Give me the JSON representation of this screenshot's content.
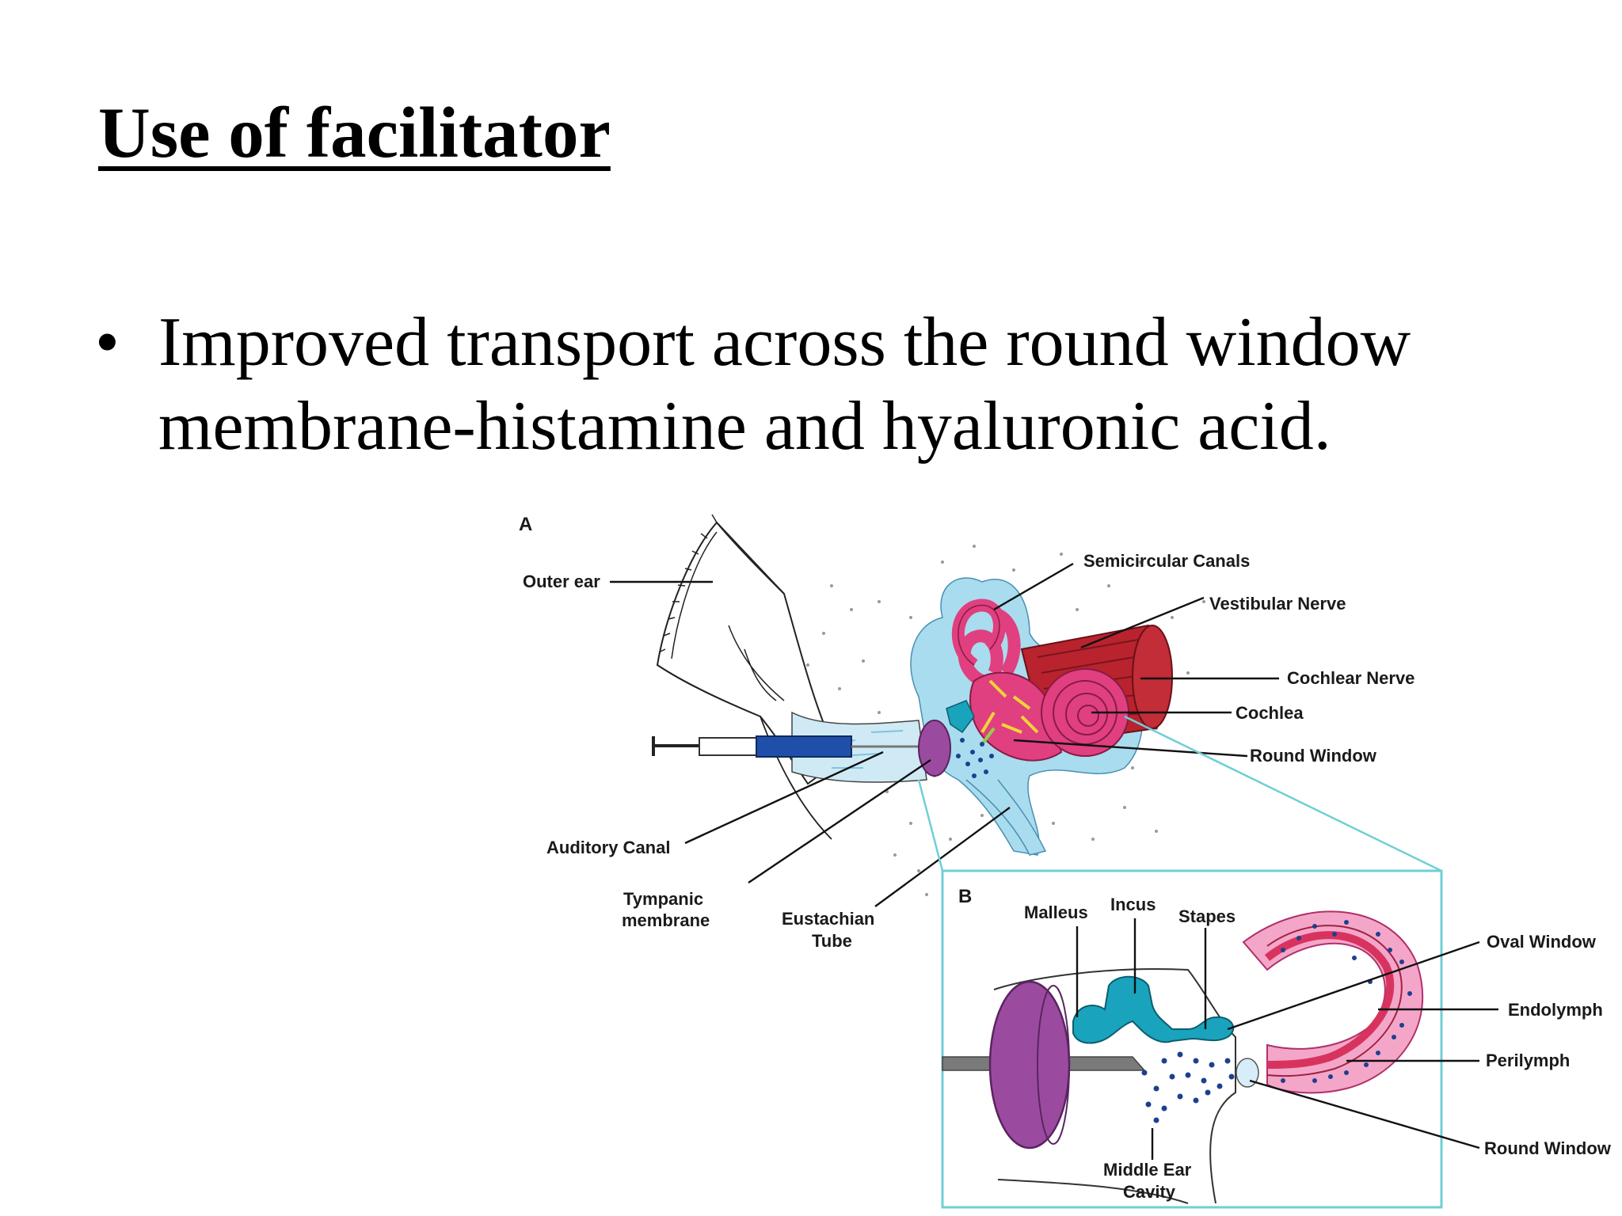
{
  "slide": {
    "title": "Use of facilitator",
    "bullets": [
      "Improved transport across the round window membrane-histamine and hyaluronic acid."
    ]
  },
  "diagram": {
    "panel_a": {
      "letter": "A",
      "labels": {
        "outer_ear": "Outer ear",
        "semicircular_canals": "Semicircular Canals",
        "vestibular_nerve": "Vestibular Nerve",
        "cochlear_nerve": "Cochlear Nerve",
        "cochlea": "Cochlea",
        "round_window": "Round Window",
        "auditory_canal": "Auditory Canal",
        "tympanic_line1": "Tympanic",
        "tympanic_line2": "membrane",
        "eustachian_line1": "Eustachian",
        "eustachian_line2": "Tube"
      }
    },
    "panel_b": {
      "letter": "B",
      "labels": {
        "malleus": "Malleus",
        "incus": "Incus",
        "stapes": "Stapes",
        "oval_window": "Oval Window",
        "endolymph": "Endolymph",
        "perilymph": "Perilymph",
        "round_window": "Round Window",
        "middle_ear_line1": "Middle Ear",
        "middle_ear_line2": "Cavity"
      }
    },
    "colors": {
      "fluid_blue": "#a9dcef",
      "pink": "#e0407f",
      "light_pink": "#f4a6c9",
      "nerve_red": "#b8232e",
      "teal": "#1aa3bd",
      "purple": "#9b4b9f",
      "dots": "#1e3f8f",
      "inset_border": "#6fcfd6",
      "syringe_blue": "#1f4fa8"
    }
  }
}
